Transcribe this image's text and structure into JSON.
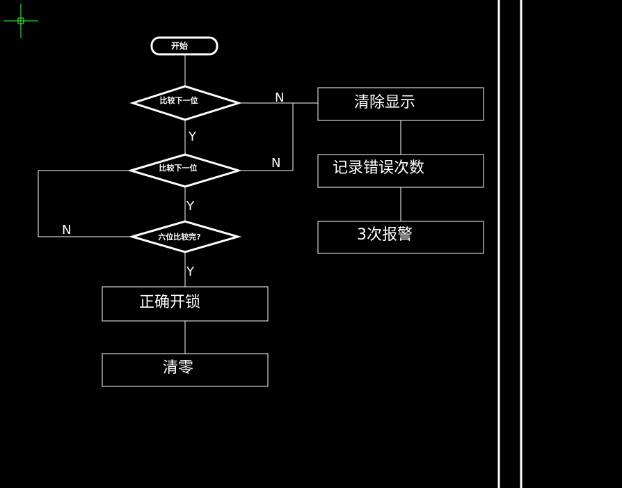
{
  "colors": {
    "background": "#000000",
    "stroke": "#ffffff",
    "cursor": "#3cff3c"
  },
  "nodes": {
    "start": "开始",
    "cmp1": "比较下一位",
    "cmp2": "比较下一位",
    "cmp3": "六位比较完?",
    "unlock": "正确开锁",
    "reset": "清零",
    "clear_display": "清除显示",
    "record_errors": "记录错误次数",
    "alarm": "3次报警"
  },
  "labels": {
    "y1": "Y",
    "y2": "Y",
    "y3": "Y",
    "n1": "N",
    "n2": "N",
    "n3": "N"
  }
}
